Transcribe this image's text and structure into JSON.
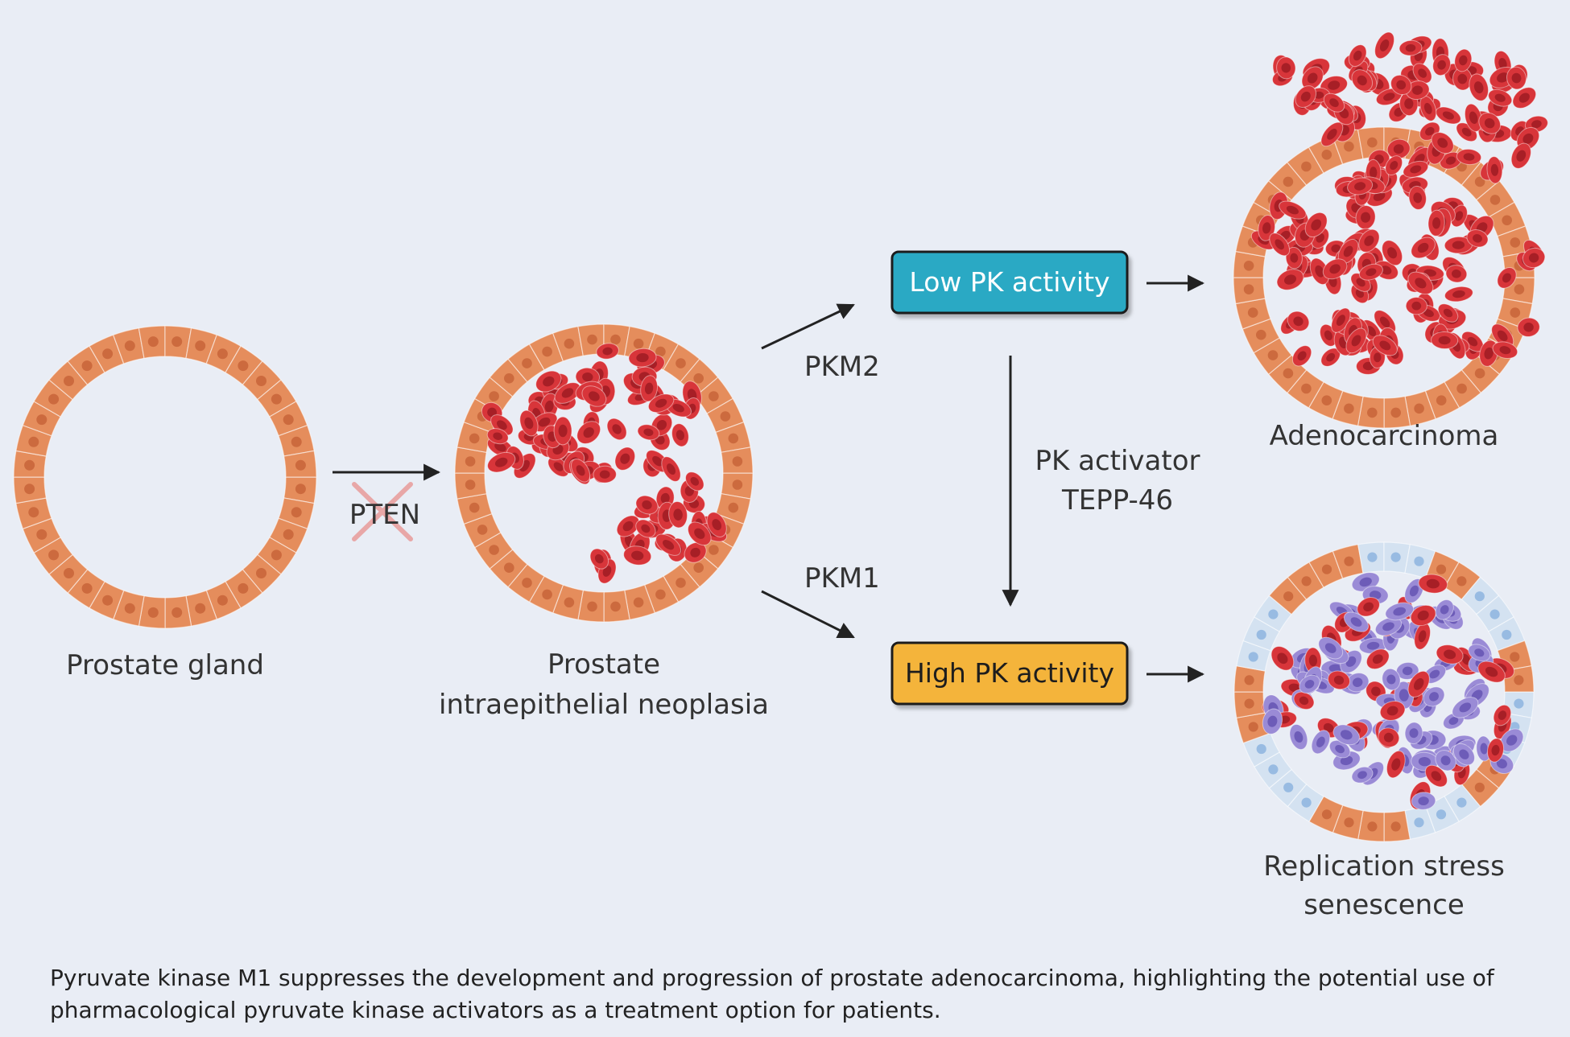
{
  "labels": {
    "prostate_gland": "Prostate gland",
    "pin_line1": "Prostate",
    "pin_line2": "intraepithelial neoplasia",
    "pten": "PTEN",
    "pkm2": "PKM2",
    "pkm1": "PKM1",
    "low_pk": "Low PK activity",
    "high_pk": "High PK activity",
    "activator_line1": "PK activator",
    "activator_line2": "TEPP-46",
    "adenocarcinoma": "Adenocarcinoma",
    "senescence_line1": "Replication stress",
    "senescence_line2": "senescence"
  },
  "caption": {
    "line1": "Pyruvate kinase M1 suppresses the development and progression of prostate adenocarcinoma, highlighting the potential use of",
    "line2": "pharmacological pyruvate kinase activators as a treatment option for patients."
  },
  "colors": {
    "background": "#e9edf5",
    "epithelium": "#e58d5c",
    "epithelium_nucleus": "#cc6a3e",
    "tumor_cell": "#d8353a",
    "tumor_nucleus": "#a71f26",
    "senescent_cell": "#9a8bd6",
    "senescent_nucleus": "#6d5cb8",
    "pale_cell": "#d4e2f1",
    "pale_nucleus": "#98bbe2",
    "low_pk_box": "#2aa9c4",
    "high_pk_box": "#f4b43a",
    "pten_cross": "#e8a7a7"
  }
}
